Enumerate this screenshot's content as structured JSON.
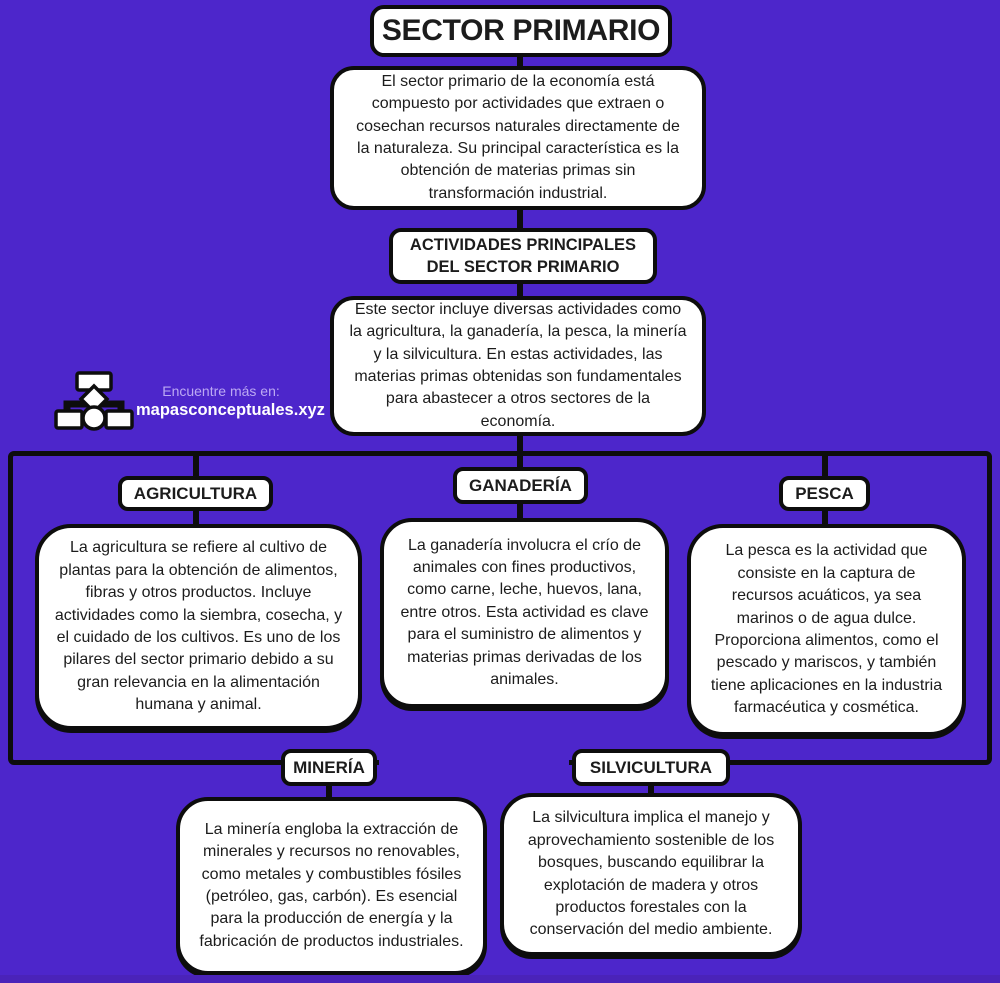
{
  "theme": {
    "background": "#4D26CB",
    "box_background": "#FFFFFF",
    "border_color": "#0D0D0D",
    "text_color": "#1C1C1C",
    "watermark_label_color": "#BCA9F3",
    "watermark_site_color": "#FFFFFF",
    "footer_band_color": "#4A23B9"
  },
  "root": {
    "title": "SECTOR PRIMARIO",
    "description": "El sector primario de la economía está compuesto por actividades que extraen o cosechan recursos naturales directamente de la naturaleza. Su principal característica es la obtención de materias primas sin transformación industrial."
  },
  "activities_header": {
    "label": "ACTIVIDADES PRINCIPALES DEL SECTOR PRIMARIO",
    "description": "Este sector incluye diversas actividades como la agricultura, la ganadería, la pesca, la minería y la silvicultura. En estas actividades, las materias primas obtenidas son fundamentales para abastecer a otros sectores de la economía."
  },
  "watermark": {
    "prompt": "Encuentre más en:",
    "site": "mapasconceptuales.xyz",
    "icon": "flowchart-icon"
  },
  "branches": [
    {
      "label": "AGRICULTURA",
      "description": "La agricultura se refiere al cultivo de plantas para la obtención de alimentos, fibras y otros productos. Incluye actividades como la siembra, cosecha, y el cuidado de los cultivos. Es uno de los pilares del sector primario debido a su gran relevancia en la alimentación humana y animal."
    },
    {
      "label": "GANADERÍA",
      "description": "La ganadería involucra el crío de animales con fines productivos, como carne, leche, huevos, lana, entre otros. Esta actividad es clave para el suministro de alimentos y materias primas derivadas de los animales."
    },
    {
      "label": "PESCA",
      "description": "La pesca es la actividad que consiste en la captura de recursos acuáticos, ya sea marinos o de agua dulce. Proporciona alimentos, como el pescado y mariscos, y también tiene aplicaciones en la industria farmacéutica y cosmética."
    },
    {
      "label": "MINERÍA",
      "description": "La minería engloba la extracción de minerales y recursos no renovables, como metales y combustibles fósiles (petróleo, gas, carbón). Es esencial para la producción de energía y la fabricación de productos industriales."
    },
    {
      "label": "SILVICULTURA",
      "description": "La silvicultura implica el manejo y aprovechamiento sostenible de los bosques, buscando equilibrar la explotación de madera y otros productos forestales con la conservación del medio ambiente."
    }
  ]
}
